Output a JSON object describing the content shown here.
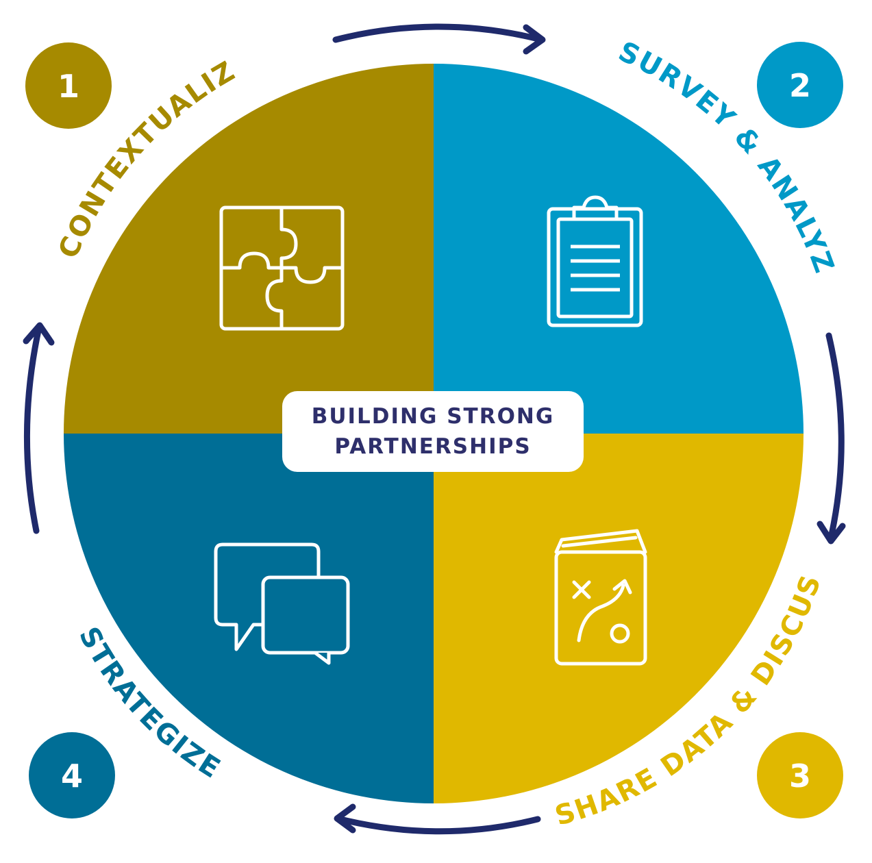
{
  "center": {
    "line1": "BUILDING STRONG",
    "line2": "PARTNERSHIPS"
  },
  "steps": [
    {
      "number": "1",
      "label": "CONTEXTUALIZE",
      "color": "#a68a00",
      "icon": "puzzle-icon"
    },
    {
      "number": "2",
      "label": "SURVEY & ANALYZE",
      "color": "#0099c7",
      "icon": "clipboard-icon"
    },
    {
      "number": "3",
      "label": "SHARE DATA & DISCUSS",
      "color": "#e0b800",
      "icon": "playbook-icon"
    },
    {
      "number": "4",
      "label": "STRATEGIZE",
      "color": "#006e96",
      "icon": "speech-bubbles-icon"
    }
  ],
  "colors": {
    "arrow": "#1f2a6b",
    "icon_stroke": "#ffffff",
    "center_text": "#2e2f6b"
  }
}
